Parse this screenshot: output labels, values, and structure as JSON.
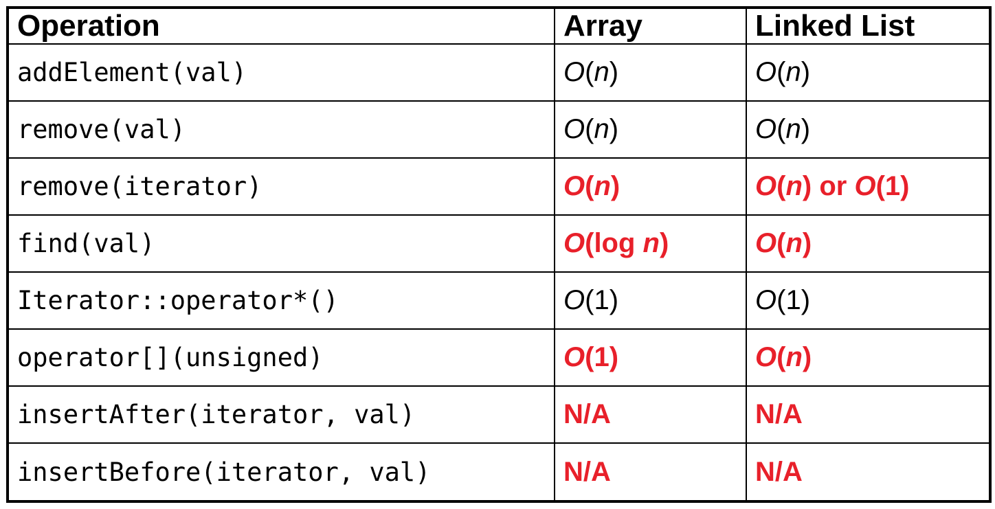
{
  "table": {
    "headers": [
      "Operation",
      "Array",
      "Linked List"
    ],
    "highlight_color": "#e8202a",
    "rows": [
      {
        "op": "addElement(val)",
        "array": {
          "parts": [
            {
              "t": "O",
              "i": true
            },
            {
              "t": "("
            },
            {
              "t": "n",
              "i": true
            },
            {
              "t": ")"
            }
          ],
          "highlight": false
        },
        "list": {
          "parts": [
            {
              "t": "O",
              "i": true
            },
            {
              "t": "("
            },
            {
              "t": "n",
              "i": true
            },
            {
              "t": ")"
            }
          ],
          "highlight": false
        }
      },
      {
        "op": "remove(val)",
        "array": {
          "parts": [
            {
              "t": "O",
              "i": true
            },
            {
              "t": "("
            },
            {
              "t": "n",
              "i": true
            },
            {
              "t": ")"
            }
          ],
          "highlight": false
        },
        "list": {
          "parts": [
            {
              "t": "O",
              "i": true
            },
            {
              "t": "("
            },
            {
              "t": "n",
              "i": true
            },
            {
              "t": ")"
            }
          ],
          "highlight": false
        }
      },
      {
        "op": "remove(iterator)",
        "array": {
          "parts": [
            {
              "t": "O",
              "i": true
            },
            {
              "t": "("
            },
            {
              "t": "n",
              "i": true
            },
            {
              "t": ")"
            }
          ],
          "highlight": true
        },
        "list": {
          "parts": [
            {
              "t": "O",
              "i": true
            },
            {
              "t": "("
            },
            {
              "t": "n",
              "i": true
            },
            {
              "t": ") or "
            },
            {
              "t": "O",
              "i": true
            },
            {
              "t": "(1)"
            }
          ],
          "highlight": true
        }
      },
      {
        "op": "find(val)",
        "array": {
          "parts": [
            {
              "t": "O",
              "i": true
            },
            {
              "t": "(log "
            },
            {
              "t": "n",
              "i": true
            },
            {
              "t": ")"
            }
          ],
          "highlight": true
        },
        "list": {
          "parts": [
            {
              "t": "O",
              "i": true
            },
            {
              "t": "("
            },
            {
              "t": "n",
              "i": true
            },
            {
              "t": ")"
            }
          ],
          "highlight": true
        }
      },
      {
        "op": "Iterator::operator*()",
        "array": {
          "parts": [
            {
              "t": "O",
              "i": true
            },
            {
              "t": "(1)"
            }
          ],
          "highlight": false
        },
        "list": {
          "parts": [
            {
              "t": "O",
              "i": true
            },
            {
              "t": "(1)"
            }
          ],
          "highlight": false
        }
      },
      {
        "op": "operator[](unsigned)",
        "array": {
          "parts": [
            {
              "t": "O",
              "i": true
            },
            {
              "t": "(1)"
            }
          ],
          "highlight": true
        },
        "list": {
          "parts": [
            {
              "t": "O",
              "i": true
            },
            {
              "t": "("
            },
            {
              "t": "n",
              "i": true
            },
            {
              "t": ")"
            }
          ],
          "highlight": true
        }
      },
      {
        "op": "insertAfter(iterator, val)",
        "array": {
          "parts": [
            {
              "t": "N/A"
            }
          ],
          "highlight": true
        },
        "list": {
          "parts": [
            {
              "t": "N/A"
            }
          ],
          "highlight": true
        }
      },
      {
        "op": "insertBefore(iterator, val)",
        "array": {
          "parts": [
            {
              "t": "N/A"
            }
          ],
          "highlight": true
        },
        "list": {
          "parts": [
            {
              "t": "N/A"
            }
          ],
          "highlight": true
        }
      }
    ]
  }
}
